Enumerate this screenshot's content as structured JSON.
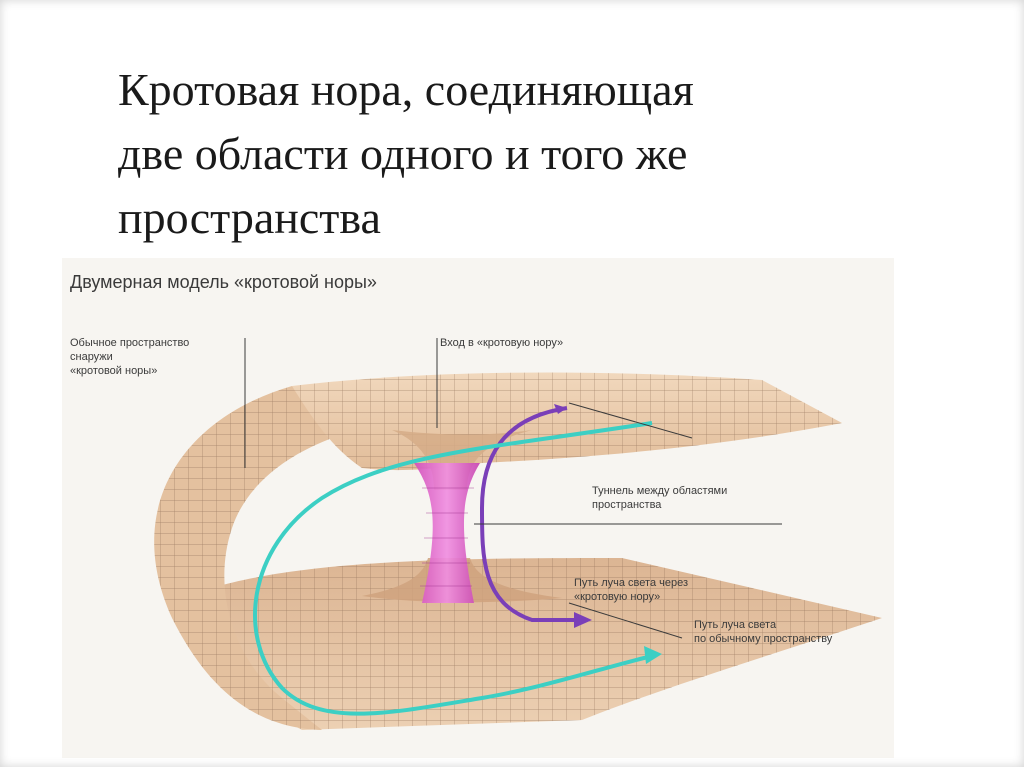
{
  "slide": {
    "title_lines": [
      "Кротовая нора, соединяющая",
      "две области одного и того же",
      "пространства"
    ]
  },
  "figure": {
    "title": "Двумерная модель «кротовой норы»",
    "labels": {
      "outside_space": [
        "Обычное пространство",
        "снаружи",
        "«кротовой норы»"
      ],
      "entrance": "Вход в «кротовую нору»",
      "tunnel": [
        "Туннель между областями",
        "пространства"
      ],
      "light_wormhole": [
        "Путь луча света через",
        "«кротовую нору»"
      ],
      "light_normal": [
        "Путь луча света",
        "по обычному пространству"
      ]
    }
  },
  "colors": {
    "surface": "#e9c9a9",
    "grid": "#8a6a52",
    "tunnel": "#e36fcf",
    "path_wormhole": "#7a3fb8",
    "path_normal": "#3ccfc4"
  }
}
